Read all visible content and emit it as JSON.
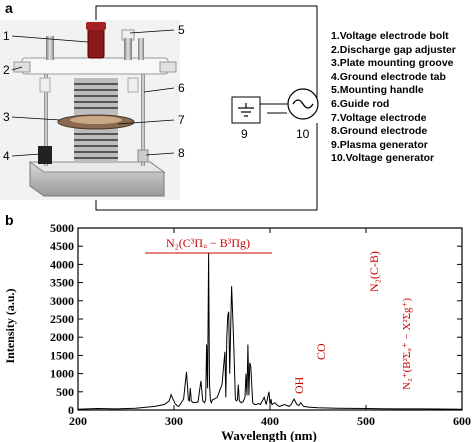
{
  "panel_a": {
    "label": "a",
    "callouts": [
      "1",
      "2",
      "3",
      "4",
      "5",
      "6",
      "7",
      "8"
    ],
    "generator_tag": "9",
    "voltage_tag": "10",
    "legend": [
      "1.Voltage electrode bolt",
      "2.Discharge gap adjuster",
      "3.Plate mounting groove",
      "4.Ground electrode tab",
      "5.Mounting handle",
      "6.Guide rod",
      "7.Voltage electrode",
      "8.Ground electrode",
      "9.Plasma generator",
      "10.Voltage generator"
    ]
  },
  "panel_b": {
    "label": "b"
  },
  "chart_data": {
    "type": "line",
    "xlabel": "Wavelength (nm)",
    "ylabel": "Intensity (a.u.)",
    "xlim": [
      200,
      600
    ],
    "ylim": [
      0,
      5000
    ],
    "xticks": [
      "200",
      "300",
      "400",
      "500",
      "600"
    ],
    "yticks": [
      "0",
      "500",
      "1000",
      "1500",
      "2000",
      "2500",
      "3000",
      "3500",
      "4000",
      "4500",
      "5000"
    ],
    "line_color": "#000000",
    "annotation_color": "#cc0000",
    "annotations": {
      "band_system": "N₂(C³Πᵤ − B³Πg)",
      "oh": "OH",
      "co": "CO",
      "n2_cb": "N₂(C-B)",
      "n2_plus": "N₂⁺(B²Σᵤ⁺ − X²Σg⁺)"
    },
    "series": [
      {
        "x": [
          200,
          220,
          240,
          260,
          280,
          290,
          295,
          297,
          299,
          301,
          303,
          305,
          310,
          313,
          315,
          316,
          317,
          318,
          320,
          325,
          328,
          330,
          332,
          333,
          334,
          335,
          336,
          337,
          338,
          339,
          340,
          342,
          345,
          350,
          353,
          354,
          355,
          356,
          357,
          358,
          360,
          362,
          364,
          365,
          366,
          367,
          368,
          370,
          372,
          374,
          375,
          376,
          377,
          378,
          379,
          380,
          382,
          384,
          386,
          388,
          390,
          394,
          396,
          398,
          399,
          400,
          401,
          402,
          405,
          408,
          410,
          415,
          420,
          422,
          425,
          428,
          430,
          432,
          435,
          440,
          450,
          470,
          500,
          530,
          560,
          600
        ],
        "y": [
          20,
          40,
          30,
          50,
          100,
          150,
          250,
          420,
          300,
          180,
          120,
          100,
          300,
          1050,
          280,
          250,
          600,
          250,
          200,
          220,
          800,
          250,
          200,
          300,
          1800,
          600,
          4300,
          700,
          250,
          200,
          280,
          300,
          350,
          700,
          1600,
          350,
          2000,
          2600,
          2700,
          1000,
          3400,
          2000,
          300,
          250,
          280,
          700,
          250,
          200,
          230,
          350,
          1000,
          400,
          1800,
          400,
          1300,
          1200,
          200,
          150,
          150,
          180,
          150,
          350,
          150,
          400,
          500,
          150,
          300,
          150,
          200,
          120,
          100,
          150,
          100,
          150,
          300,
          150,
          120,
          200,
          100,
          80,
          60,
          50,
          40,
          30,
          30,
          20
        ]
      }
    ]
  }
}
